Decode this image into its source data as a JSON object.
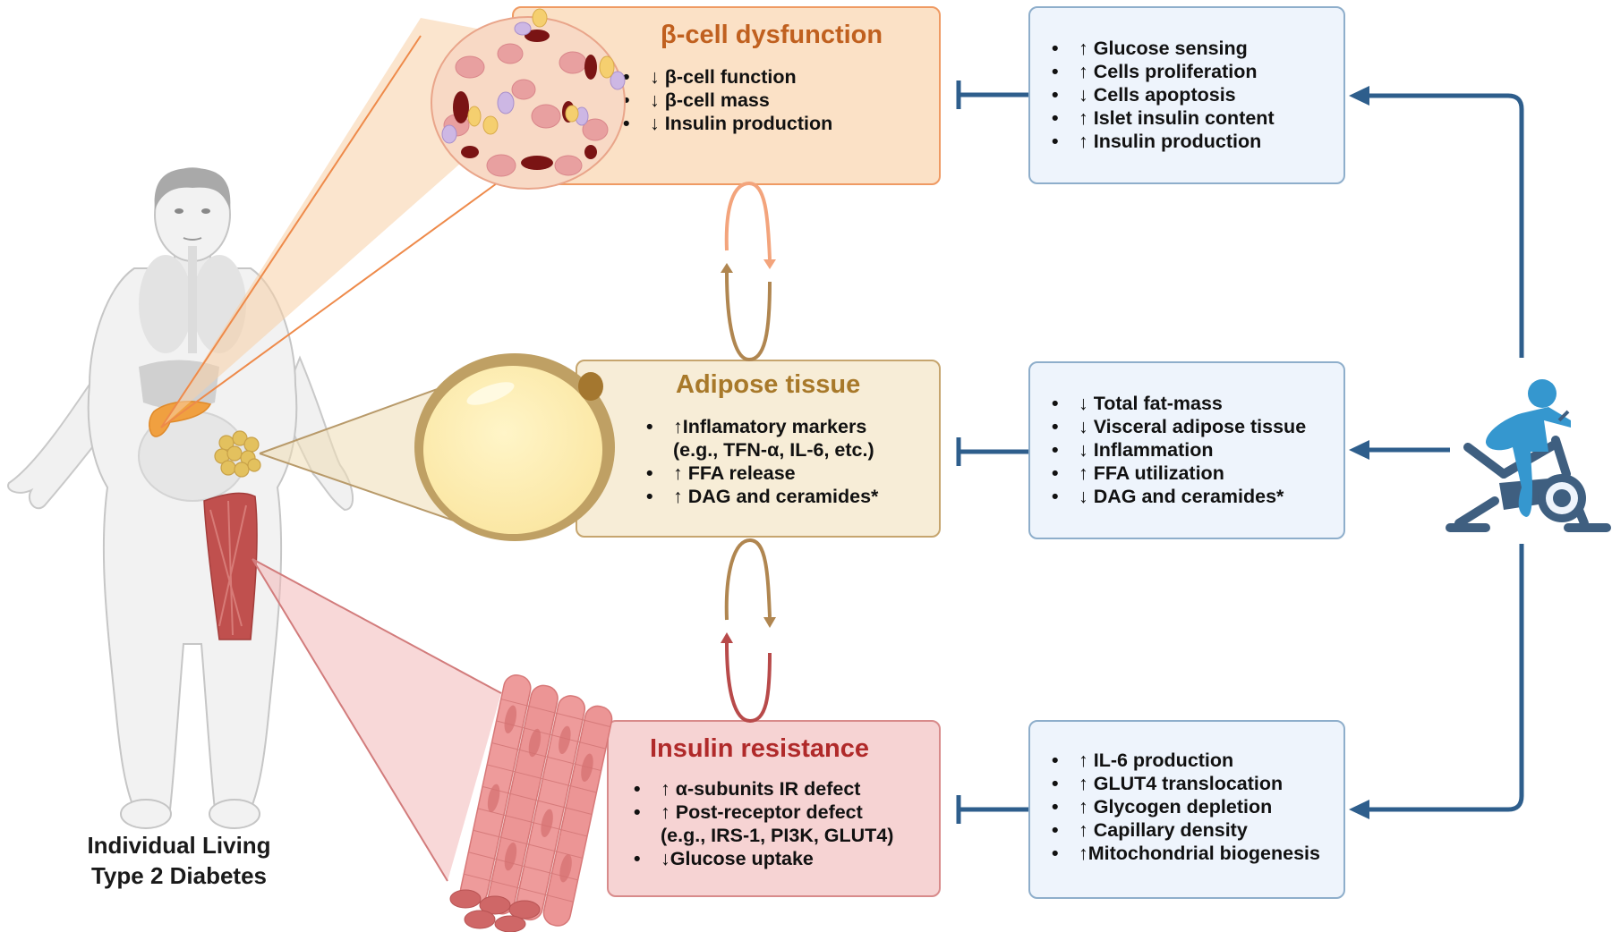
{
  "figure": {
    "subject_label_line1": "Individual Living",
    "subject_label_line2": "Type 2 Diabetes",
    "colors": {
      "connector_blue": "#2e5e8c",
      "exercise_person": "#3597cf",
      "exercise_bike": "#3f5f80",
      "beta_title": "#c0601f",
      "adipose_title": "#a8792a",
      "insulin_title": "#b02a2a"
    }
  },
  "pathology": {
    "beta_cell": {
      "title": "β-cell dysfunction",
      "items": [
        "↓ β-cell function",
        "↓ β-cell mass",
        "↓ Insulin production"
      ]
    },
    "adipose": {
      "title": "Adipose tissue",
      "items": [
        "↑Inflamatory markers",
        "(e.g., TFN-α, IL-6, etc.)",
        "↑ FFA release",
        "↑ DAG and ceramides*"
      ]
    },
    "insulin_resistance": {
      "title": "Insulin resistance",
      "items": [
        "↑ α-subunits IR defect",
        "↑ Post-receptor defect",
        "(e.g., IRS-1, PI3K, GLUT4)",
        "↓Glucose uptake"
      ]
    }
  },
  "exercise_effects": {
    "beta_cell": [
      "↑ Glucose sensing",
      "↑ Cells proliferation",
      "↓ Cells apoptosis",
      "↑ Islet insulin content",
      "↑ Insulin production"
    ],
    "adipose": [
      "↓ Total fat-mass",
      "↓ Visceral adipose tissue",
      "↓ Inflammation",
      "↑ FFA utilization",
      "↓ DAG and ceramides*"
    ],
    "muscle": [
      "↑ IL-6 production",
      "↑ GLUT4 translocation",
      "↑ Glycogen depletion",
      "↑ Capillary density",
      "↑Mitochondrial biogenesis"
    ]
  },
  "icons": {
    "human_body": "human-body-illustration",
    "pancreatic_islet": "pancreatic-islet-illustration",
    "adipocyte": "adipocyte-illustration",
    "muscle_fibers": "muscle-fiber-illustration",
    "exercise": "stationary-bike-exercise-icon"
  }
}
